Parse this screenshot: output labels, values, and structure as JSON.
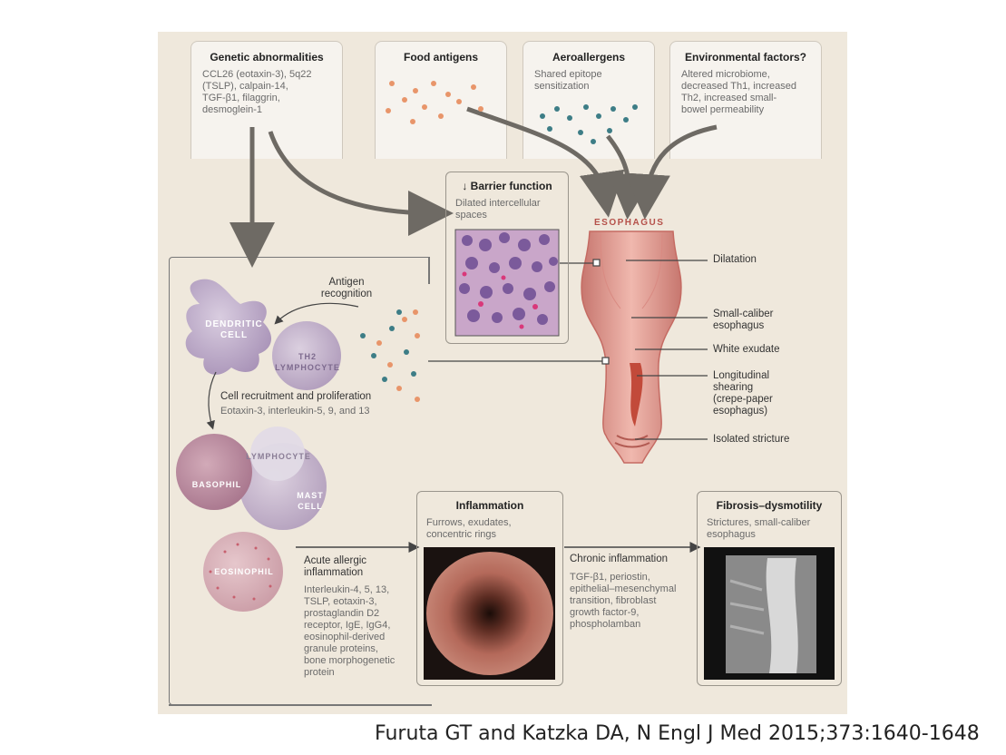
{
  "top_boxes": {
    "genetic": {
      "title": "Genetic abnormalities",
      "lines": [
        "CCL26 (eotaxin-3), 5q22",
        "(TSLP), calpain-14,",
        "TGF-β1, filaggrin,",
        "desmoglein-1"
      ]
    },
    "food": {
      "title": "Food antigens"
    },
    "aero": {
      "title": "Aeroallergens",
      "lines": [
        "Shared epitope",
        "sensitization"
      ]
    },
    "env": {
      "title": "Environmental factors?",
      "lines": [
        "Altered microbiome,",
        "decreased Th1, increased",
        "Th2, increased small-",
        "bowel permeability"
      ]
    }
  },
  "barrier": {
    "title": "↓ Barrier function",
    "lines": [
      "Dilated intercellular",
      "spaces"
    ]
  },
  "esophagus": {
    "label": "ESOPHAGUS",
    "features": [
      "Dilatation",
      "Small-caliber",
      "esophagus",
      "White exudate",
      "Longitudinal",
      "shearing",
      "(crepe-paper",
      "esophagus)",
      "Isolated stricture"
    ]
  },
  "cells": {
    "antigen_recognition": [
      "Antigen",
      "recognition"
    ],
    "dendritic": [
      "DENDRITIC",
      "CELL"
    ],
    "th2": [
      "TH2",
      "LYMPHOCYTE"
    ],
    "recruitment_title": "Cell recruitment and proliferation",
    "recruitment_sub": "Eotaxin-3, interleukin-5, 9, and 13",
    "lymphocyte": "LYMPHOCYTE",
    "basophil": "BASOPHIL",
    "mast": [
      "MAST",
      "CELL"
    ],
    "eosinophil": "EOSINOPHIL"
  },
  "acute": {
    "title": [
      "Acute allergic",
      "inflammation"
    ],
    "lines": [
      "Interleukin-4, 5, 13,",
      "TSLP, eotaxin-3,",
      "prostaglandin D2",
      "receptor, IgE, IgG4,",
      "eosinophil-derived",
      "granule proteins,",
      "bone morphogenetic",
      "protein"
    ]
  },
  "inflammation": {
    "title": "Inflammation",
    "lines": [
      "Furrows, exudates,",
      "concentric rings"
    ]
  },
  "chronic": {
    "title": "Chronic inflammation",
    "lines": [
      "TGF-β1, periostin,",
      "epithelial–mesenchymal",
      "transition, fibroblast",
      "growth factor-9,",
      "phospholamban"
    ]
  },
  "fibrosis": {
    "title": "Fibrosis–dysmotility",
    "lines": [
      "Strictures, small-caliber",
      "esophagus"
    ]
  },
  "citation": "Furuta GT and Katzka DA, N Engl J Med 2015;373:1640-1648",
  "colors": {
    "panel": "#efe8dc",
    "arrow": "#6e6a64",
    "orange_dot": "#e8956a",
    "teal_dot": "#3d7d86",
    "cell_purple": "#b7a4c4",
    "esophagus": "#e3a39b"
  }
}
